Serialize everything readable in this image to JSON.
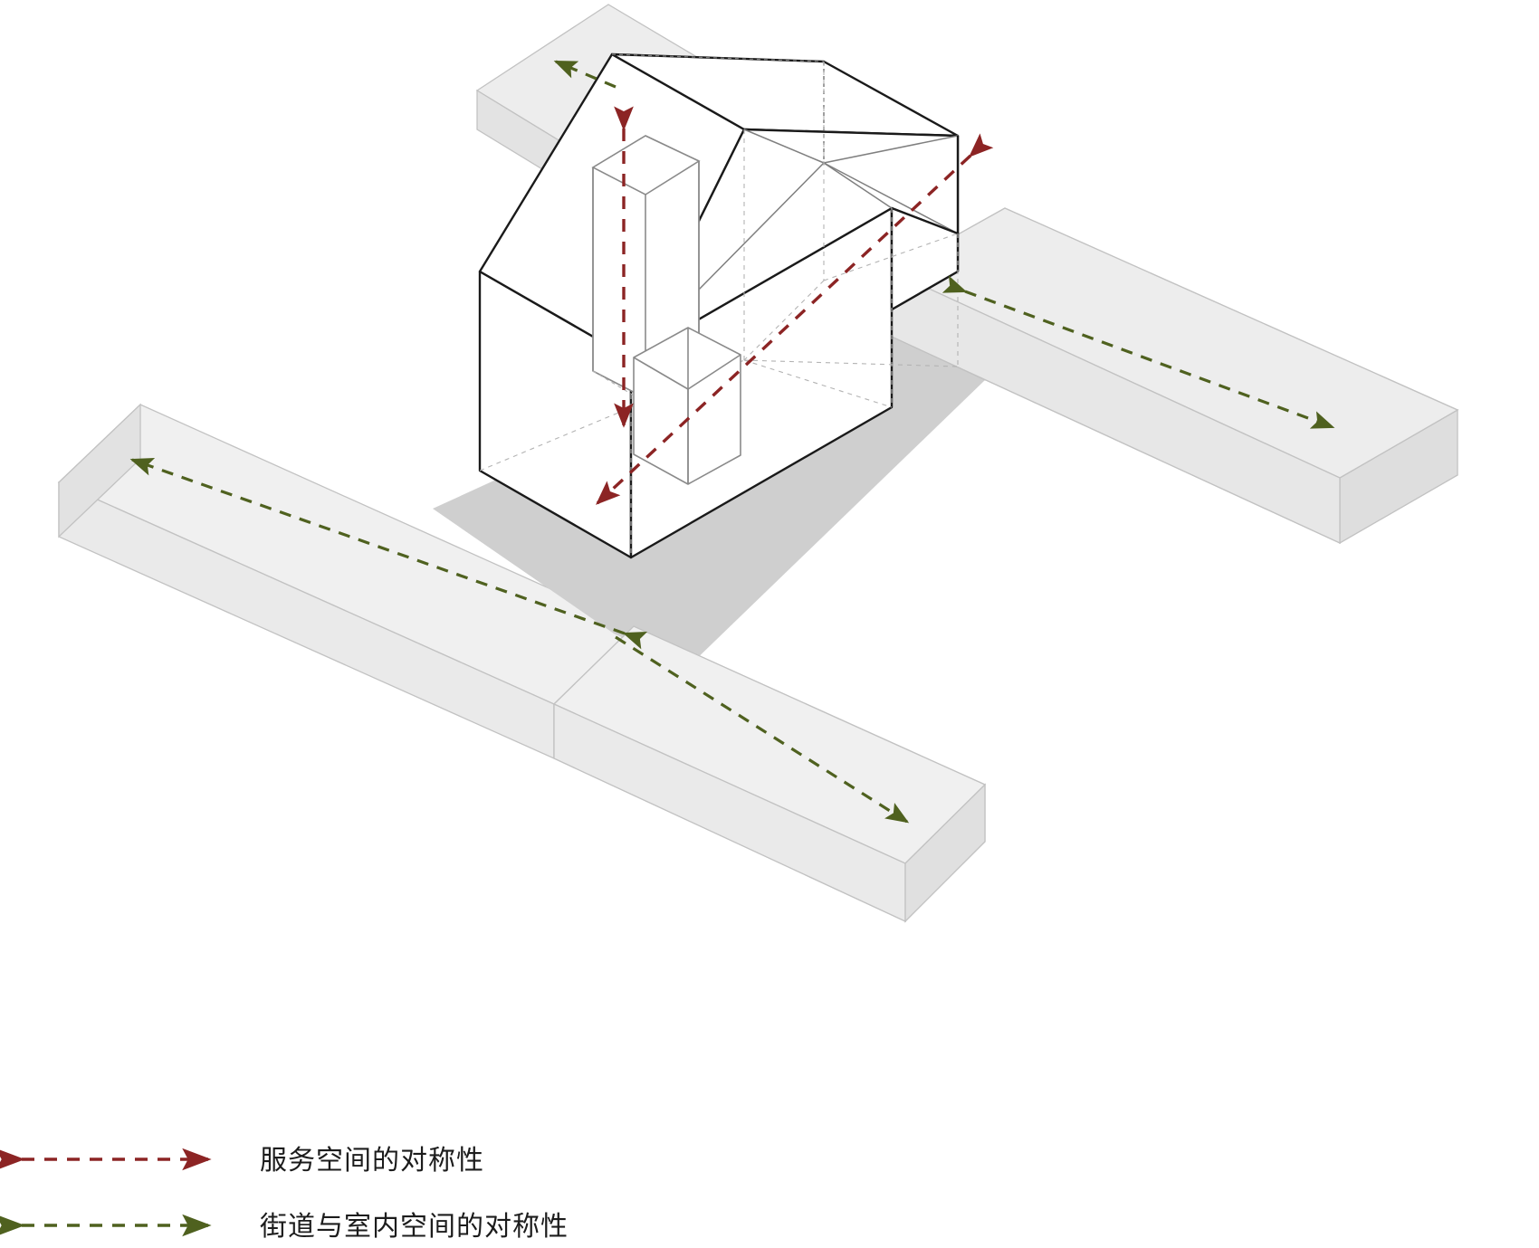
{
  "diagram": {
    "title": "Axonometric massing diagram with symmetry axes",
    "background_color": "#ffffff",
    "colors": {
      "red_axis": "#8c2424",
      "green_axis": "#4f611f",
      "slab_top": "#eeeeee",
      "slab_side": "#e4e4e4",
      "slab_shadow": "#d0d0d0",
      "building_outline": "#1a1a1a",
      "building_inner_line": "#8a8a8a",
      "hidden_line": "#b0b0b0",
      "building_fill": "#ffffff",
      "text": "#1c1c1c"
    },
    "elements": {
      "street_slab_left_label": "street-slab-left",
      "street_slab_right_label": "street-slab-right",
      "street_slab_lower_label": "street-slab-lower",
      "street_slab_upper_label": "street-slab-upper",
      "building_label": "building-massing",
      "core_label": "service-core-volume",
      "ground_shadow_label": "ground-shadow"
    }
  },
  "legend": {
    "items": [
      {
        "id": "service-space-symmetry",
        "label": "服务空间的对称性",
        "color": "#8c2424",
        "arrow_style": "double-headed-dashed"
      },
      {
        "id": "street-interior-symmetry",
        "label": "街道与室内空间的对称性",
        "color": "#4f611f",
        "arrow_style": "double-headed-dashed"
      }
    ]
  },
  "annotations": {
    "red_axes": [
      {
        "id": "vertical-core-axis",
        "description": "服务空间的对称性 - 竖向核心轴",
        "color": "#8c2424"
      },
      {
        "id": "diagonal-service-axis",
        "description": "服务空间的对称性 - 斜向轴",
        "color": "#8c2424"
      }
    ],
    "green_axes": [
      {
        "id": "street-axis-northwest",
        "description": "街道与室内空间的对称性 - 西北向",
        "color": "#4f611f"
      },
      {
        "id": "street-axis-northeast",
        "description": "街道与室内空间的对称性 - 东北向",
        "color": "#4f611f"
      },
      {
        "id": "street-axis-southeast",
        "description": "街道与室内空间的对称性 - 东南向",
        "color": "#4f611f"
      }
    ]
  }
}
